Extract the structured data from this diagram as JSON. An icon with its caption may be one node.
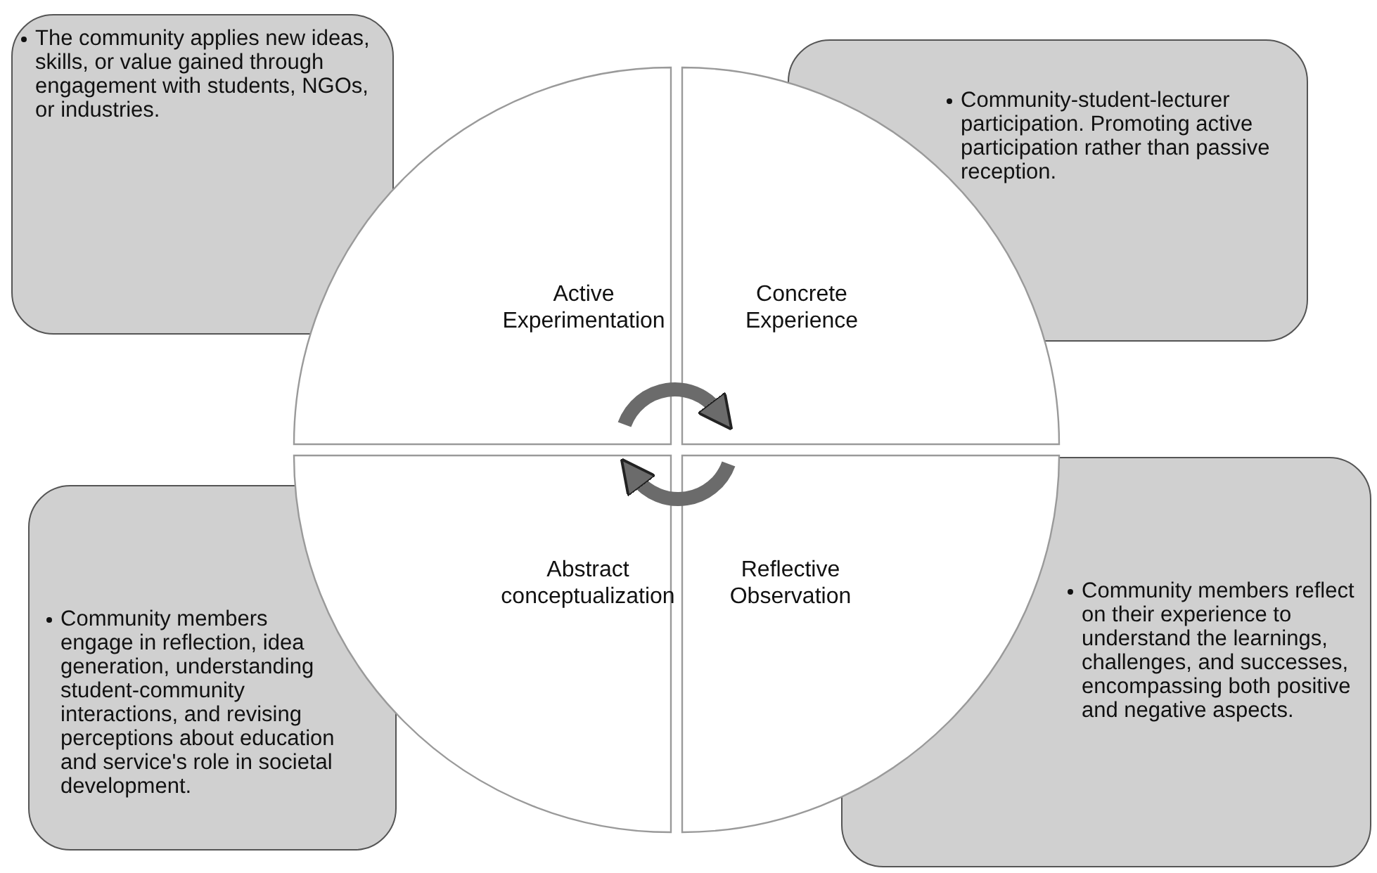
{
  "diagram": {
    "nodes": [
      {
        "text": [
          "The community applies new ideas, skills, or value gained through engagement with students, NGOs, or industries."
        ]
      },
      {
        "text": [
          "Community-student-lecturer participation. Promoting active participation rather than passive reception."
        ]
      },
      {
        "text": [
          "Active Experimentation"
        ]
      },
      {
        "text": [
          "Concrete Experience"
        ]
      },
      {
        "text": [
          "Abstract conceptualization"
        ]
      },
      {
        "text": [
          "Reflective Observation"
        ]
      },
      {
        "text": [
          "Community members engage in reflection, idea generation, understanding student-community interactions, and revising perceptions about education and service's role in societal development."
        ]
      },
      {
        "text": [
          "Community members reflect on their experience to understand the learnings, challenges, and successes, encompassing both positive and negative aspects."
        ]
      }
    ],
    "edges": [
      {
        "from": 2,
        "to": 3,
        "arrow": "to"
      },
      {
        "from": 5,
        "to": 4,
        "arrow": "to"
      }
    ]
  }
}
